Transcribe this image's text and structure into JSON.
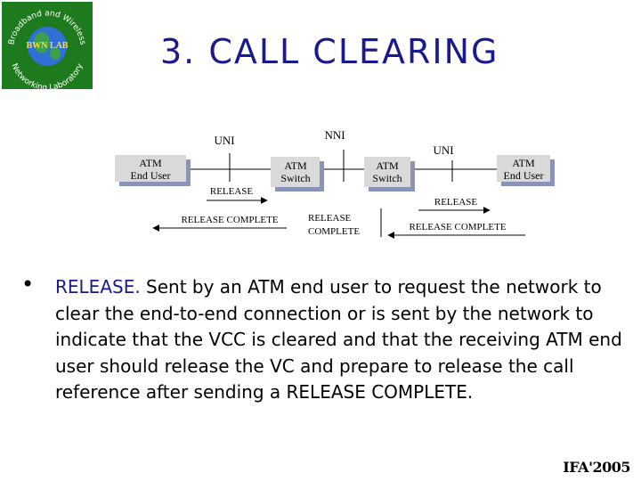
{
  "slide": {
    "title": "3. CALL CLEARING",
    "logo": {
      "text": "Broadband and Wireless Networking Laboratory",
      "center_text": "BWN LAB"
    },
    "footer": "IFA'2005"
  },
  "diagram": {
    "interfaces": {
      "uni_left": "UNI",
      "nni": "NNI",
      "uni_right": "UNI"
    },
    "nodes": [
      "ATM End User",
      "ATM Switch",
      "ATM Switch",
      "ATM End User"
    ],
    "messages": {
      "release_1": "RELEASE",
      "release_2": "RELEASE",
      "release_complete_1": "RELEASE COMPLETE",
      "release_complete_2_line1": "RELEASE",
      "release_complete_2_line2": "COMPLETE",
      "release_complete_3": "RELEASE COMPLETE"
    },
    "colors": {
      "box_fill": "#d9d9d9",
      "box_shadow": "#8a94b8"
    }
  },
  "bullet": {
    "keyword": "RELEASE.",
    "text": " Sent by an ATM end user to request the network to clear the end-to-end connection or is sent by the network to indicate that the VCC is cleared and that the receiving ATM end user should release the VC and prepare to release the call reference after sending a RELEASE COMPLETE."
  },
  "colors": {
    "title": "#1a1a8c",
    "keyword": "#1a1a8c",
    "logo_green": "#1e7a1e"
  }
}
